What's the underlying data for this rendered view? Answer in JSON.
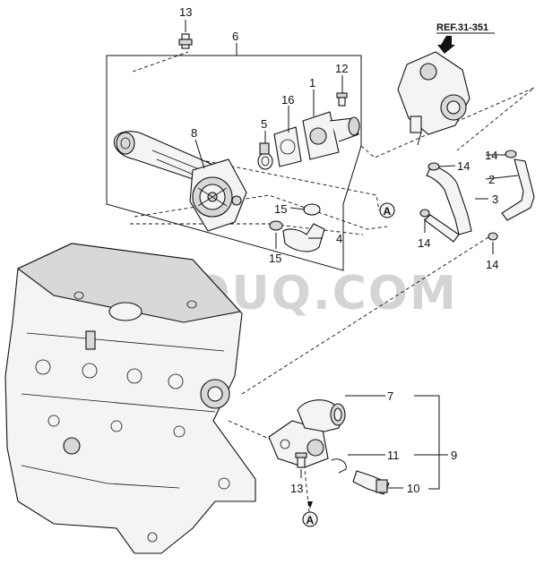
{
  "watermark": "PARTSOUQ.COM",
  "reference": "REF.31-351",
  "connector": "A",
  "callouts": [
    "13",
    "6",
    "12",
    "1",
    "16",
    "5",
    "8",
    "15",
    "4",
    "15",
    "14",
    "2",
    "14",
    "3",
    "14",
    "14",
    "7",
    "11",
    "9",
    "10",
    "13"
  ]
}
